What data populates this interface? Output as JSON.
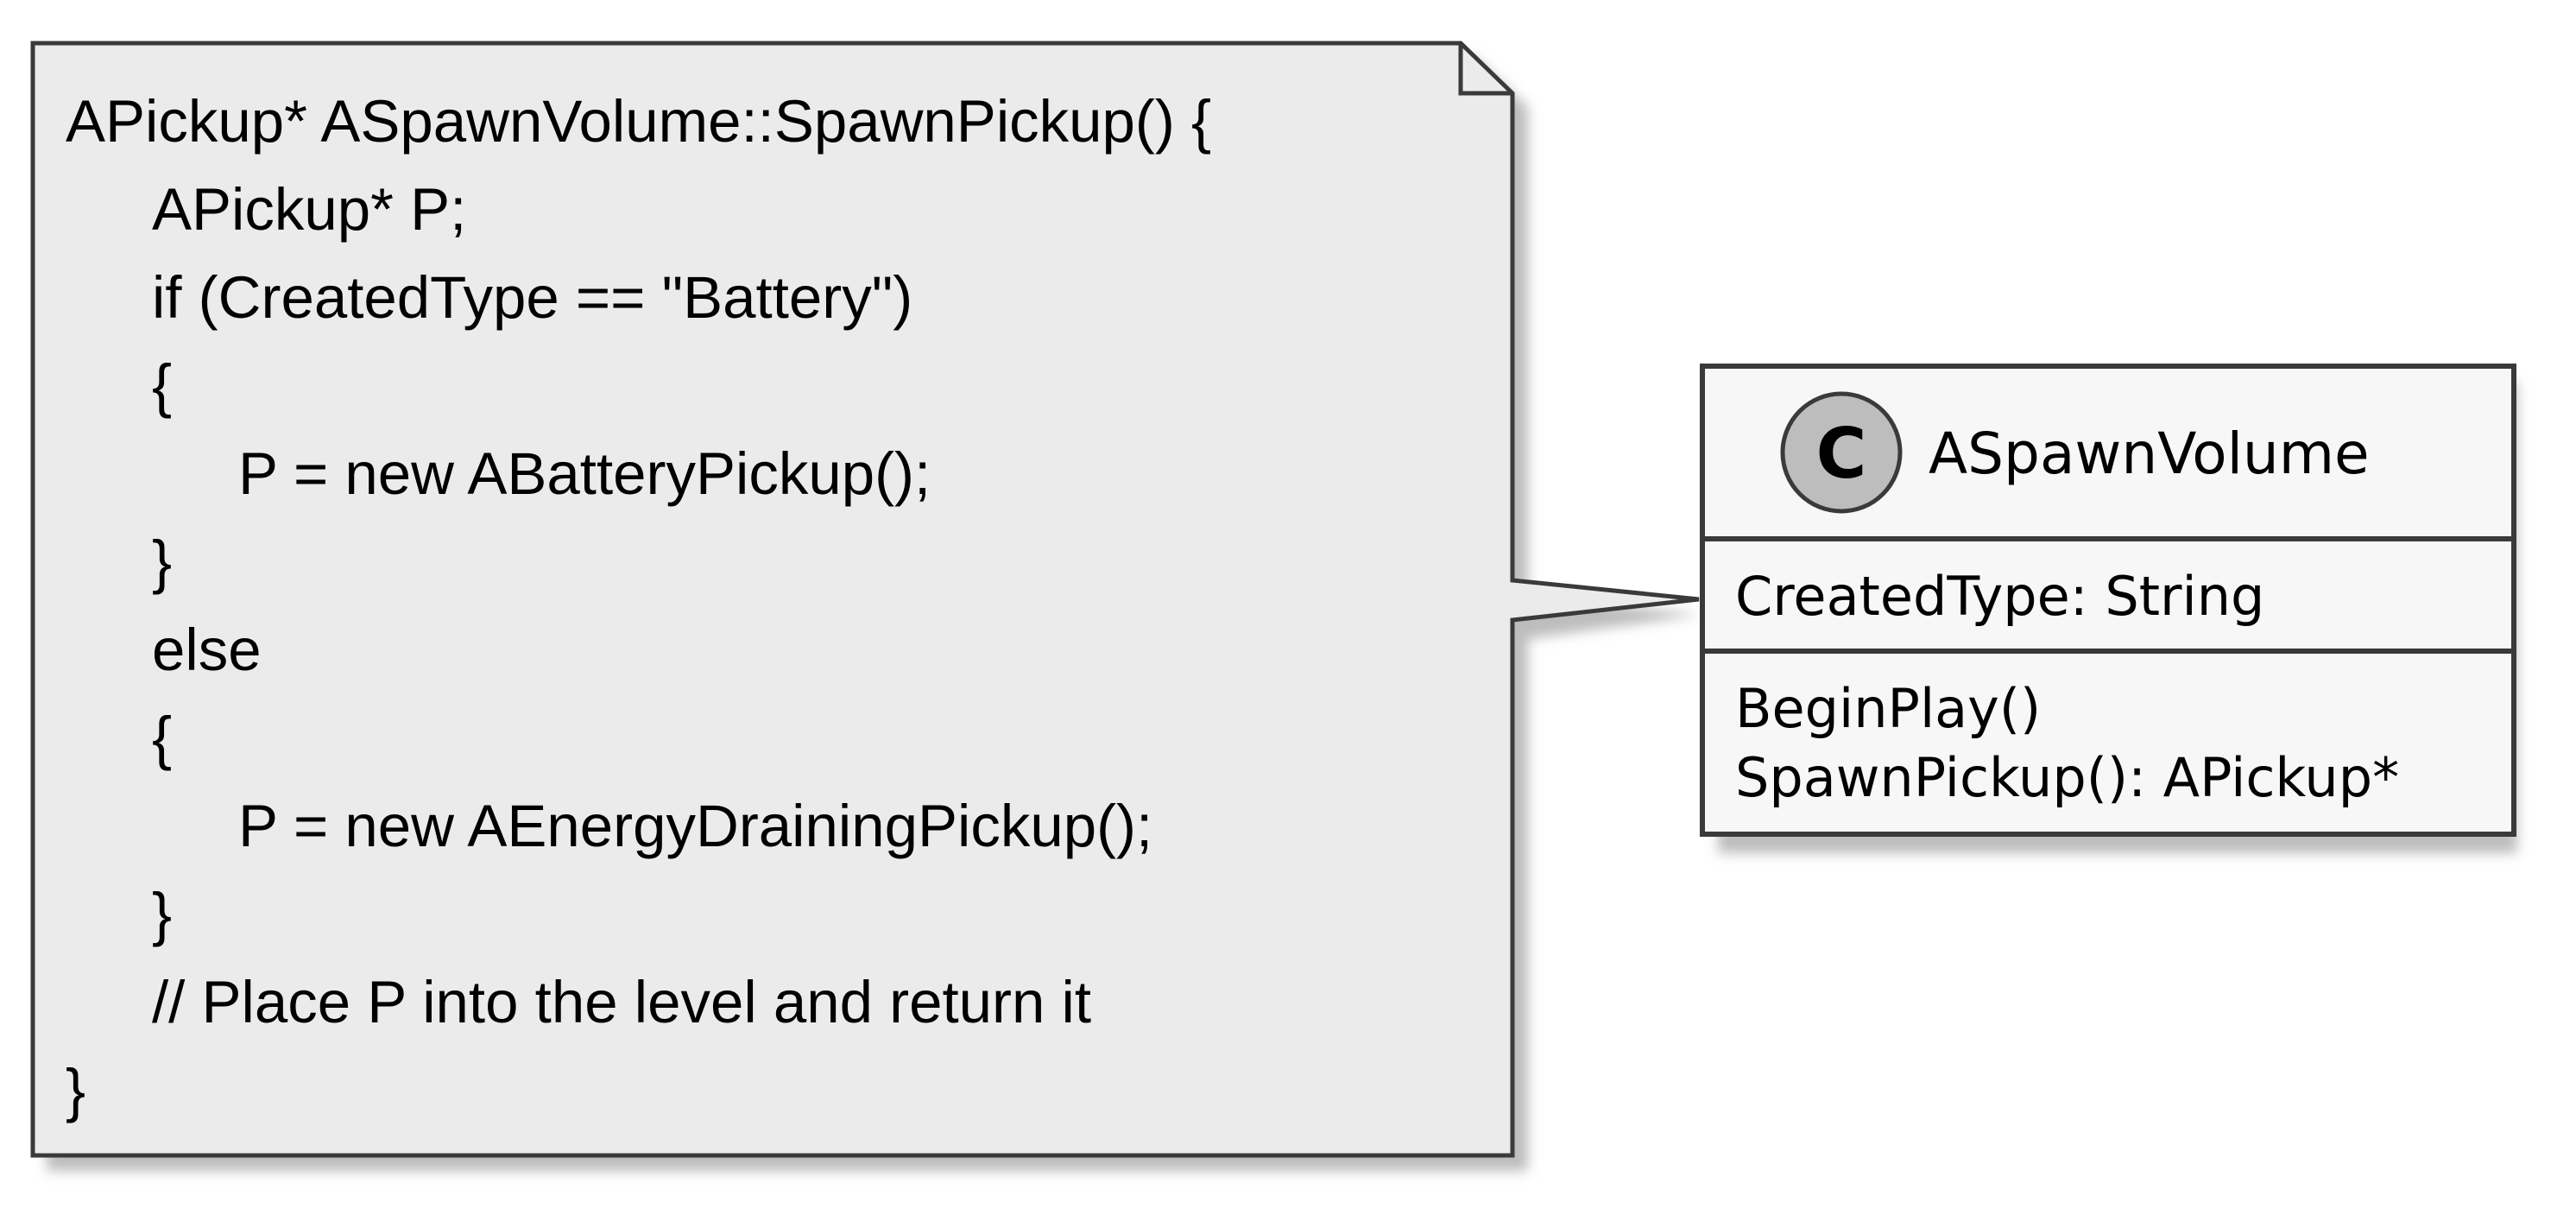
{
  "note": {
    "lines": [
      "APickup* ASpawnVolume::SpawnPickup() {",
      "APickup* P;",
      "if (CreatedType == \"Battery\")",
      "{",
      "P = new ABatteryPickup();",
      "}",
      "else",
      "{",
      "P = new AEnergyDrainingPickup();",
      "}",
      "// Place P into the level and return it",
      "}"
    ]
  },
  "class": {
    "stereotype_letter": "C",
    "name": "ASpawnVolume",
    "attributes": [
      "CreatedType: String"
    ],
    "methods": [
      "BeginPlay()",
      "SpawnPickup(): APickup*"
    ]
  },
  "colors": {
    "note_fill": "#EBEBEB",
    "class_fill": "#F7F7F7",
    "badge_fill": "#BDBDBD",
    "stroke": "#3A3A3A",
    "shadow": "#BDBDBD"
  }
}
